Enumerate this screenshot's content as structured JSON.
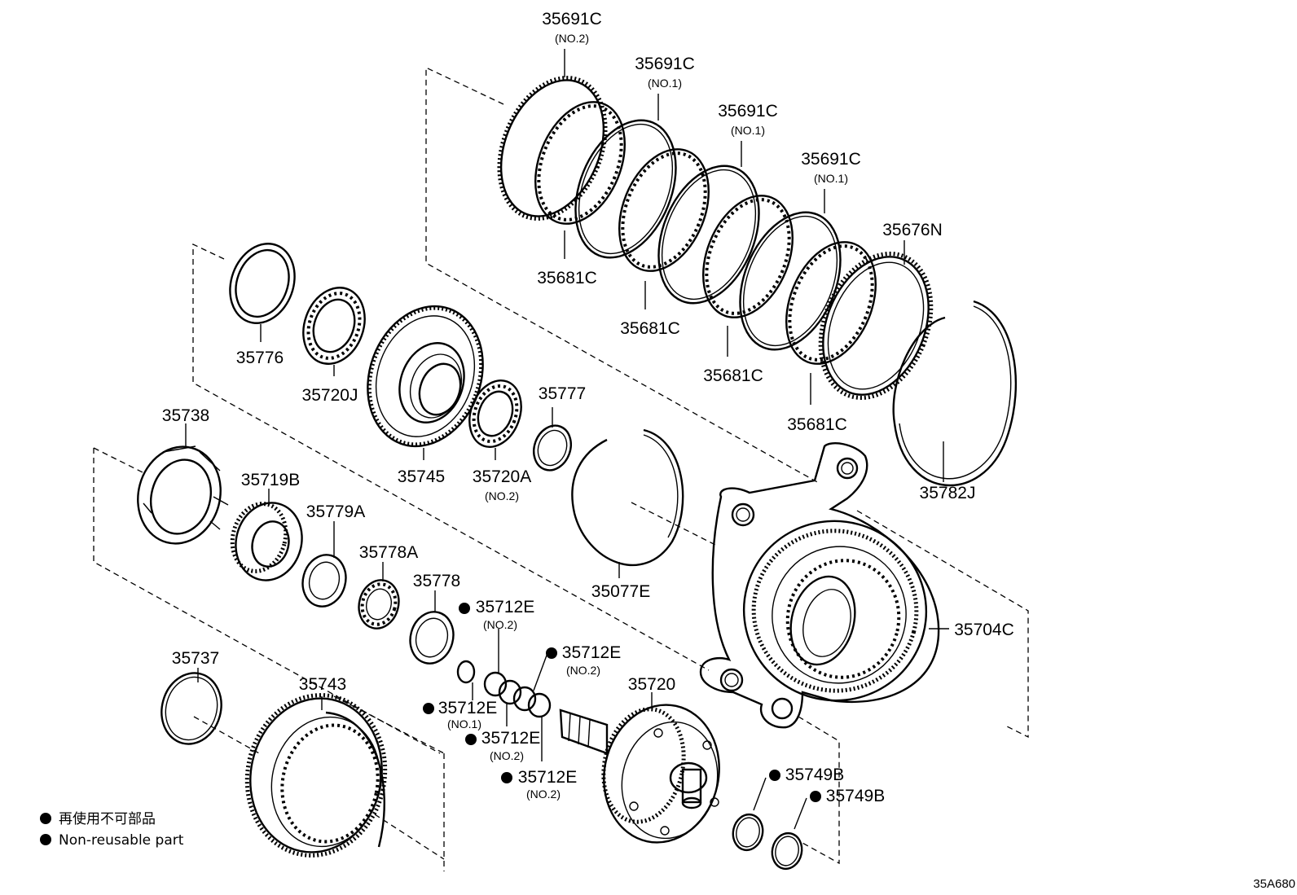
{
  "labels": {
    "p35691c_no2": "35691C",
    "p35691c_no2_sub": "(NO.2)",
    "p35691c_a": "35691C",
    "p35691c_a_sub": "(NO.1)",
    "p35691c_b": "35691C",
    "p35691c_b_sub": "(NO.1)",
    "p35691c_c": "35691C",
    "p35691c_c_sub": "(NO.1)",
    "p35676n": "35676N",
    "p35681c_a": "35681C",
    "p35681c_b": "35681C",
    "p35681c_c": "35681C",
    "p35681c_d": "35681C",
    "p35776": "35776",
    "p35720j": "35720J",
    "p35738": "35738",
    "p35745": "35745",
    "p35720a": "35720A",
    "p35720a_sub": "(NO.2)",
    "p35777": "35777",
    "p35782j": "35782J",
    "p35719b": "35719B",
    "p35779a": "35779A",
    "p35778a": "35778A",
    "p35778": "35778",
    "p35077e": "35077E",
    "p35704c": "35704C",
    "p35712e_a": "35712E",
    "p35712e_a_sub": "(NO.2)",
    "p35712e_b": "35712E",
    "p35712e_b_sub": "(NO.2)",
    "p35712e_c": "35712E",
    "p35712e_c_sub": "(NO.1)",
    "p35712e_d": "35712E",
    "p35712e_d_sub": "(NO.2)",
    "p35712e_e": "35712E",
    "p35712e_e_sub": "(NO.2)",
    "p35737": "35737",
    "p35743": "35743",
    "p35720": "35720",
    "p35749b_a": "35749B",
    "p35749b_b": "35749B"
  },
  "legend": {
    "japanese": "再使用不可部品",
    "english": "Non-reusable part"
  },
  "diagram_code": "35A680"
}
